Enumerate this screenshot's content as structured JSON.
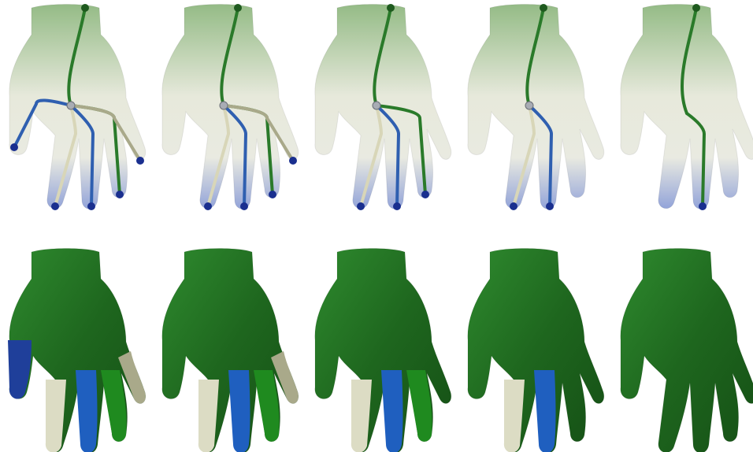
{
  "figure": {
    "rows": [
      {
        "name": "skeleton-row",
        "panels": [
          {
            "nodes": 5,
            "leaves": [
              "thumb",
              "index",
              "middle",
              "ring",
              "pinky"
            ],
            "branch_colors": [
              "#2f5fb0",
              "#d8d6b8",
              "#2f5fb0",
              "#2a7a2a",
              "#a9a98a"
            ]
          },
          {
            "nodes": 4,
            "leaves": [
              "index",
              "middle",
              "ring",
              "pinky"
            ],
            "branch_colors": [
              "#d8d6b8",
              "#2f5fb0",
              "#2a7a2a",
              "#a9a98a"
            ]
          },
          {
            "nodes": 3,
            "leaves": [
              "index",
              "middle",
              "ring"
            ],
            "branch_colors": [
              "#d8d6b8",
              "#2f5fb0",
              "#2a7a2a"
            ]
          },
          {
            "nodes": 2,
            "leaves": [
              "index",
              "middle"
            ],
            "branch_colors": [
              "#d8d6b8",
              "#2f5fb0"
            ]
          },
          {
            "nodes": 1,
            "leaves": [
              "middle"
            ],
            "branch_colors": [
              "#2a7a2a"
            ]
          }
        ]
      },
      {
        "name": "segmentation-row",
        "panels": [
          {
            "segments": [
              "thumb",
              "index",
              "middle",
              "ring",
              "pinky"
            ],
            "segment_colors": {
              "thumb": "#1f3f9a",
              "index": "#dcdcc4",
              "middle": "#1f5fbf",
              "ring": "#1f8a1f",
              "pinky": "#a9a98a",
              "palm": "#1d6b1d"
            }
          },
          {
            "segments": [
              "index",
              "middle",
              "ring",
              "pinky"
            ],
            "segment_colors": {
              "index": "#dcdcc4",
              "middle": "#1f5fbf",
              "ring": "#1f8a1f",
              "pinky": "#a9a98a",
              "palm": "#1d6b1d"
            }
          },
          {
            "segments": [
              "index",
              "middle",
              "ring"
            ],
            "segment_colors": {
              "index": "#dcdcc4",
              "middle": "#1f5fbf",
              "ring": "#1f8a1f",
              "palm": "#1d6b1d"
            }
          },
          {
            "segments": [
              "index",
              "middle"
            ],
            "segment_colors": {
              "index": "#dcdcc4",
              "middle": "#1f5fbf",
              "palm": "#1d6b1d"
            }
          },
          {
            "segments": [],
            "segment_colors": {
              "palm": "#1d6b1d"
            }
          }
        ]
      }
    ],
    "colors": {
      "hand_top": "#9fbf8f",
      "hand_mid": "#e4e6d8",
      "hand_bottom": "#8fa1d6",
      "skeleton_green": "#2a7a2a",
      "joint": "#a8acb4",
      "tip": "#1a2f8f"
    }
  }
}
